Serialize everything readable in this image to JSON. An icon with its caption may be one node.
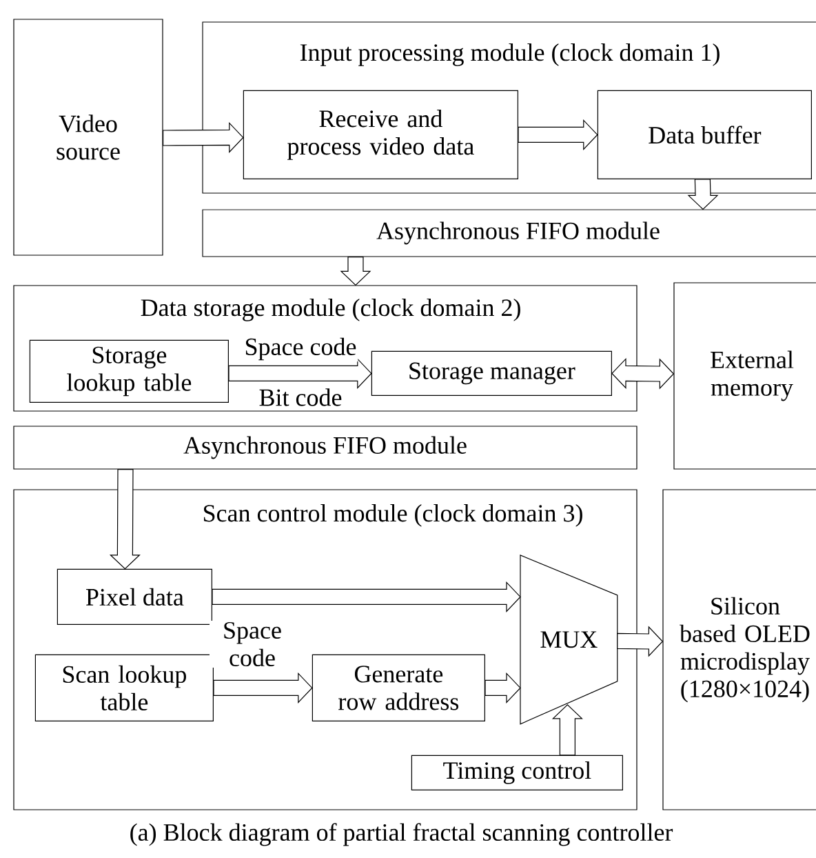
{
  "diagram": {
    "caption": "(a) Block diagram of partial fractal scanning controller",
    "nodes": [
      {
        "text": [
          "Video source"
        ]
      },
      {
        "text": [
          "Input processing module (clock domain 1)"
        ]
      },
      {
        "text": [
          "Receive and process video data"
        ],
        "in": 1
      },
      {
        "text": [
          "Data buffer"
        ],
        "in": 1
      },
      {
        "text": [
          "Asynchronous FIFO module"
        ]
      },
      {
        "text": [
          "Data storage module (clock domain 2)"
        ]
      },
      {
        "text": [
          "Storage lookup table"
        ],
        "in": 5
      },
      {
        "text": [
          "Storage manager"
        ],
        "in": 5
      },
      {
        "text": [
          "External memory"
        ]
      },
      {
        "text": [
          "Asynchronous FIFO module"
        ]
      },
      {
        "text": [
          "Scan control module (clock domain 3)"
        ]
      },
      {
        "text": [
          "Pixel data"
        ],
        "in": 10
      },
      {
        "text": [
          "Scan lookup table"
        ],
        "in": 10
      },
      {
        "text": [
          "Generate row address"
        ],
        "in": 10
      },
      {
        "text": [
          "MUX"
        ],
        "in": 10
      },
      {
        "text": [
          "Timing control"
        ],
        "in": 10
      },
      {
        "text": [
          "Silicon based OLED microdisplay (1280×1024)"
        ]
      }
    ],
    "edges": [
      {
        "from": 0,
        "to": 2,
        "arrow": "to"
      },
      {
        "from": 2,
        "to": 3,
        "arrow": "to"
      },
      {
        "from": 3,
        "to": 4,
        "arrow": "to"
      },
      {
        "from": 4,
        "to": 5,
        "arrow": "to"
      },
      {
        "from": 6,
        "to": 7,
        "arrow": "to",
        "label": "Space code"
      },
      {
        "from": 7,
        "to": 8,
        "arrow": "both"
      },
      {
        "from": 9,
        "to": 11,
        "arrow": "to"
      },
      {
        "from": 11,
        "to": 14,
        "arrow": "to"
      },
      {
        "from": 12,
        "to": 13,
        "arrow": "to",
        "label": "Space code"
      },
      {
        "from": 13,
        "to": 14,
        "arrow": "to"
      },
      {
        "from": 15,
        "to": 14,
        "arrow": "to"
      },
      {
        "from": 14,
        "to": 16,
        "arrow": "to"
      }
    ],
    "labels": [
      "Bit code"
    ]
  }
}
